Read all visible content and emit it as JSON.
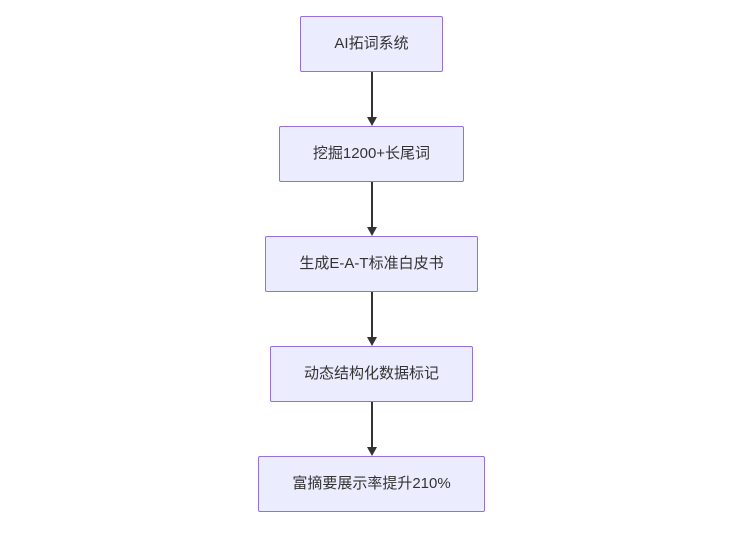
{
  "diagram": {
    "type": "flowchart-vertical",
    "background_color": "#ffffff",
    "node_fill_color": "#ececff",
    "node_border_color": "#9370db",
    "text_color": "#333333",
    "arrow_color": "#333333",
    "nodes": [
      {
        "label": "AI拓词系统"
      },
      {
        "label": "挖掘1200+长尾词"
      },
      {
        "label": "生成E-A-T标准白皮书"
      },
      {
        "label": "动态结构化数据标记"
      },
      {
        "label": "富摘要展示率提升210%"
      }
    ]
  }
}
